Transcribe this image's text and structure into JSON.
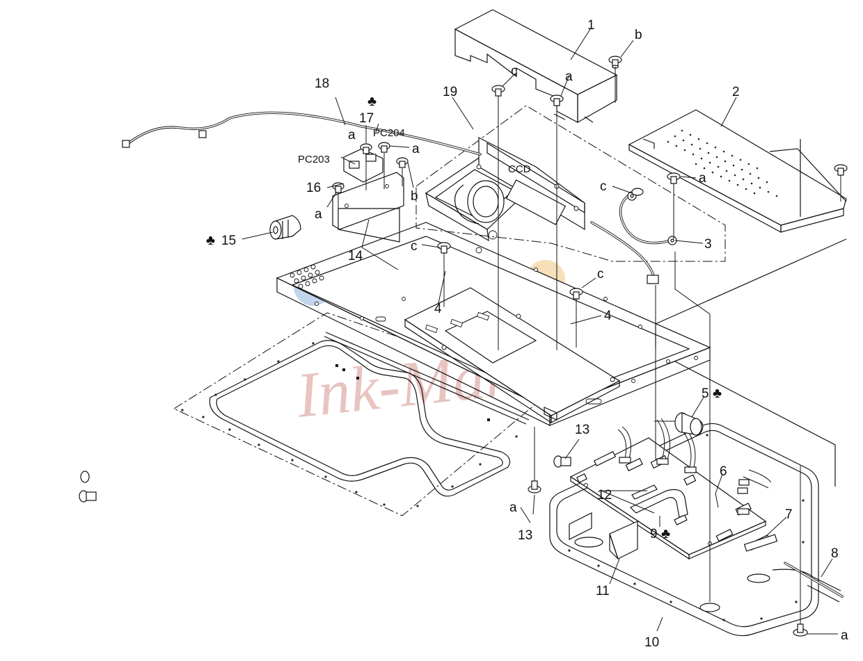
{
  "part_numbers": [
    {
      "id": "1",
      "text": "1"
    },
    {
      "id": "2",
      "text": "2"
    },
    {
      "id": "3",
      "text": "3"
    },
    {
      "id": "4a",
      "text": "4"
    },
    {
      "id": "4b",
      "text": "4"
    },
    {
      "id": "5",
      "text": "5"
    },
    {
      "id": "6",
      "text": "6"
    },
    {
      "id": "7",
      "text": "7"
    },
    {
      "id": "8",
      "text": "8"
    },
    {
      "id": "9",
      "text": "9"
    },
    {
      "id": "10",
      "text": "10"
    },
    {
      "id": "11",
      "text": "11"
    },
    {
      "id": "12",
      "text": "12"
    },
    {
      "id": "13a",
      "text": "13"
    },
    {
      "id": "13b",
      "text": "13"
    },
    {
      "id": "14",
      "text": "14"
    },
    {
      "id": "15",
      "text": "15"
    },
    {
      "id": "16",
      "text": "16"
    },
    {
      "id": "17",
      "text": "17"
    },
    {
      "id": "18",
      "text": "18"
    },
    {
      "id": "19",
      "text": "19"
    }
  ],
  "screw_letters": [
    {
      "id": "b-top",
      "text": "b"
    },
    {
      "id": "a-top",
      "text": "a"
    },
    {
      "id": "c-top",
      "text": "c"
    },
    {
      "id": "c-mid",
      "text": "c"
    },
    {
      "id": "a-right",
      "text": "a"
    },
    {
      "id": "a-17",
      "text": "a"
    },
    {
      "id": "a-pc204",
      "text": "a"
    },
    {
      "id": "b-left",
      "text": "b"
    },
    {
      "id": "a-16",
      "text": "a"
    },
    {
      "id": "c-center",
      "text": "c"
    },
    {
      "id": "c-lower",
      "text": "c"
    },
    {
      "id": "a-bottom",
      "text": "a"
    },
    {
      "id": "a-corner",
      "text": "a"
    }
  ],
  "component_labels": {
    "ccd": "CCD",
    "pc203": "PC203",
    "pc204": "PC204"
  },
  "club_symbol": "♣",
  "watermark": "Ink-Market",
  "colors": {
    "line": "#111111",
    "watermark_text": "#e8c4c0",
    "watermark_blue": "#b9cdea",
    "watermark_orange": "#f6d9ad"
  }
}
